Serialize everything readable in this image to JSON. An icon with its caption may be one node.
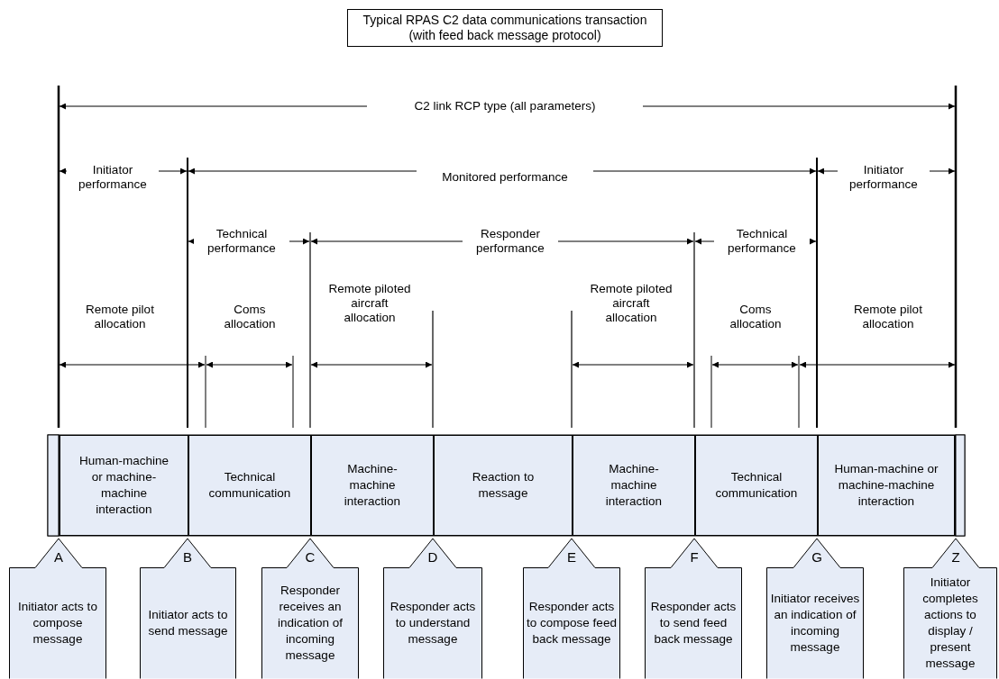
{
  "diagram": {
    "title": "Typical RPAS C2 data communications transaction (with feed back message protocol)",
    "nodes": [
      {
        "text": [
          "Human-machine or machine-machine interaction"
        ]
      },
      {
        "text": [
          "Technical communication"
        ]
      },
      {
        "text": [
          "Machine-machine interaction"
        ]
      },
      {
        "text": [
          "Reaction to message"
        ]
      },
      {
        "text": [
          "Machine-machine interaction"
        ]
      },
      {
        "text": [
          "Technical communication"
        ]
      },
      {
        "text": [
          "Human-machine or machine-machine interaction"
        ]
      },
      {
        "text": [
          "A",
          "Initiator acts to compose message"
        ]
      },
      {
        "text": [
          "B",
          "Initiator acts to send message"
        ]
      },
      {
        "text": [
          "C",
          "Responder receives an indication of incoming message"
        ]
      },
      {
        "text": [
          "D",
          "Responder acts to understand message"
        ]
      },
      {
        "text": [
          "E",
          "Responder acts to compose feed back message"
        ]
      },
      {
        "text": [
          "F",
          "Responder acts to send feed back message"
        ]
      },
      {
        "text": [
          "G",
          "Initiator receives an indication of incoming message"
        ]
      },
      {
        "text": [
          "Z",
          "Initiator completes actions to display / present message"
        ]
      }
    ],
    "labels": [
      "C2 link RCP type (all parameters)",
      "Initiator performance",
      "Monitored performance",
      "Initiator performance",
      "Technical performance",
      "Responder performance",
      "Technical performance",
      "Remote pilot allocation",
      "Coms allocation",
      "Remote piloted aircraft allocation",
      "Remote piloted aircraft allocation",
      "Coms allocation",
      "Remote pilot allocation"
    ]
  }
}
